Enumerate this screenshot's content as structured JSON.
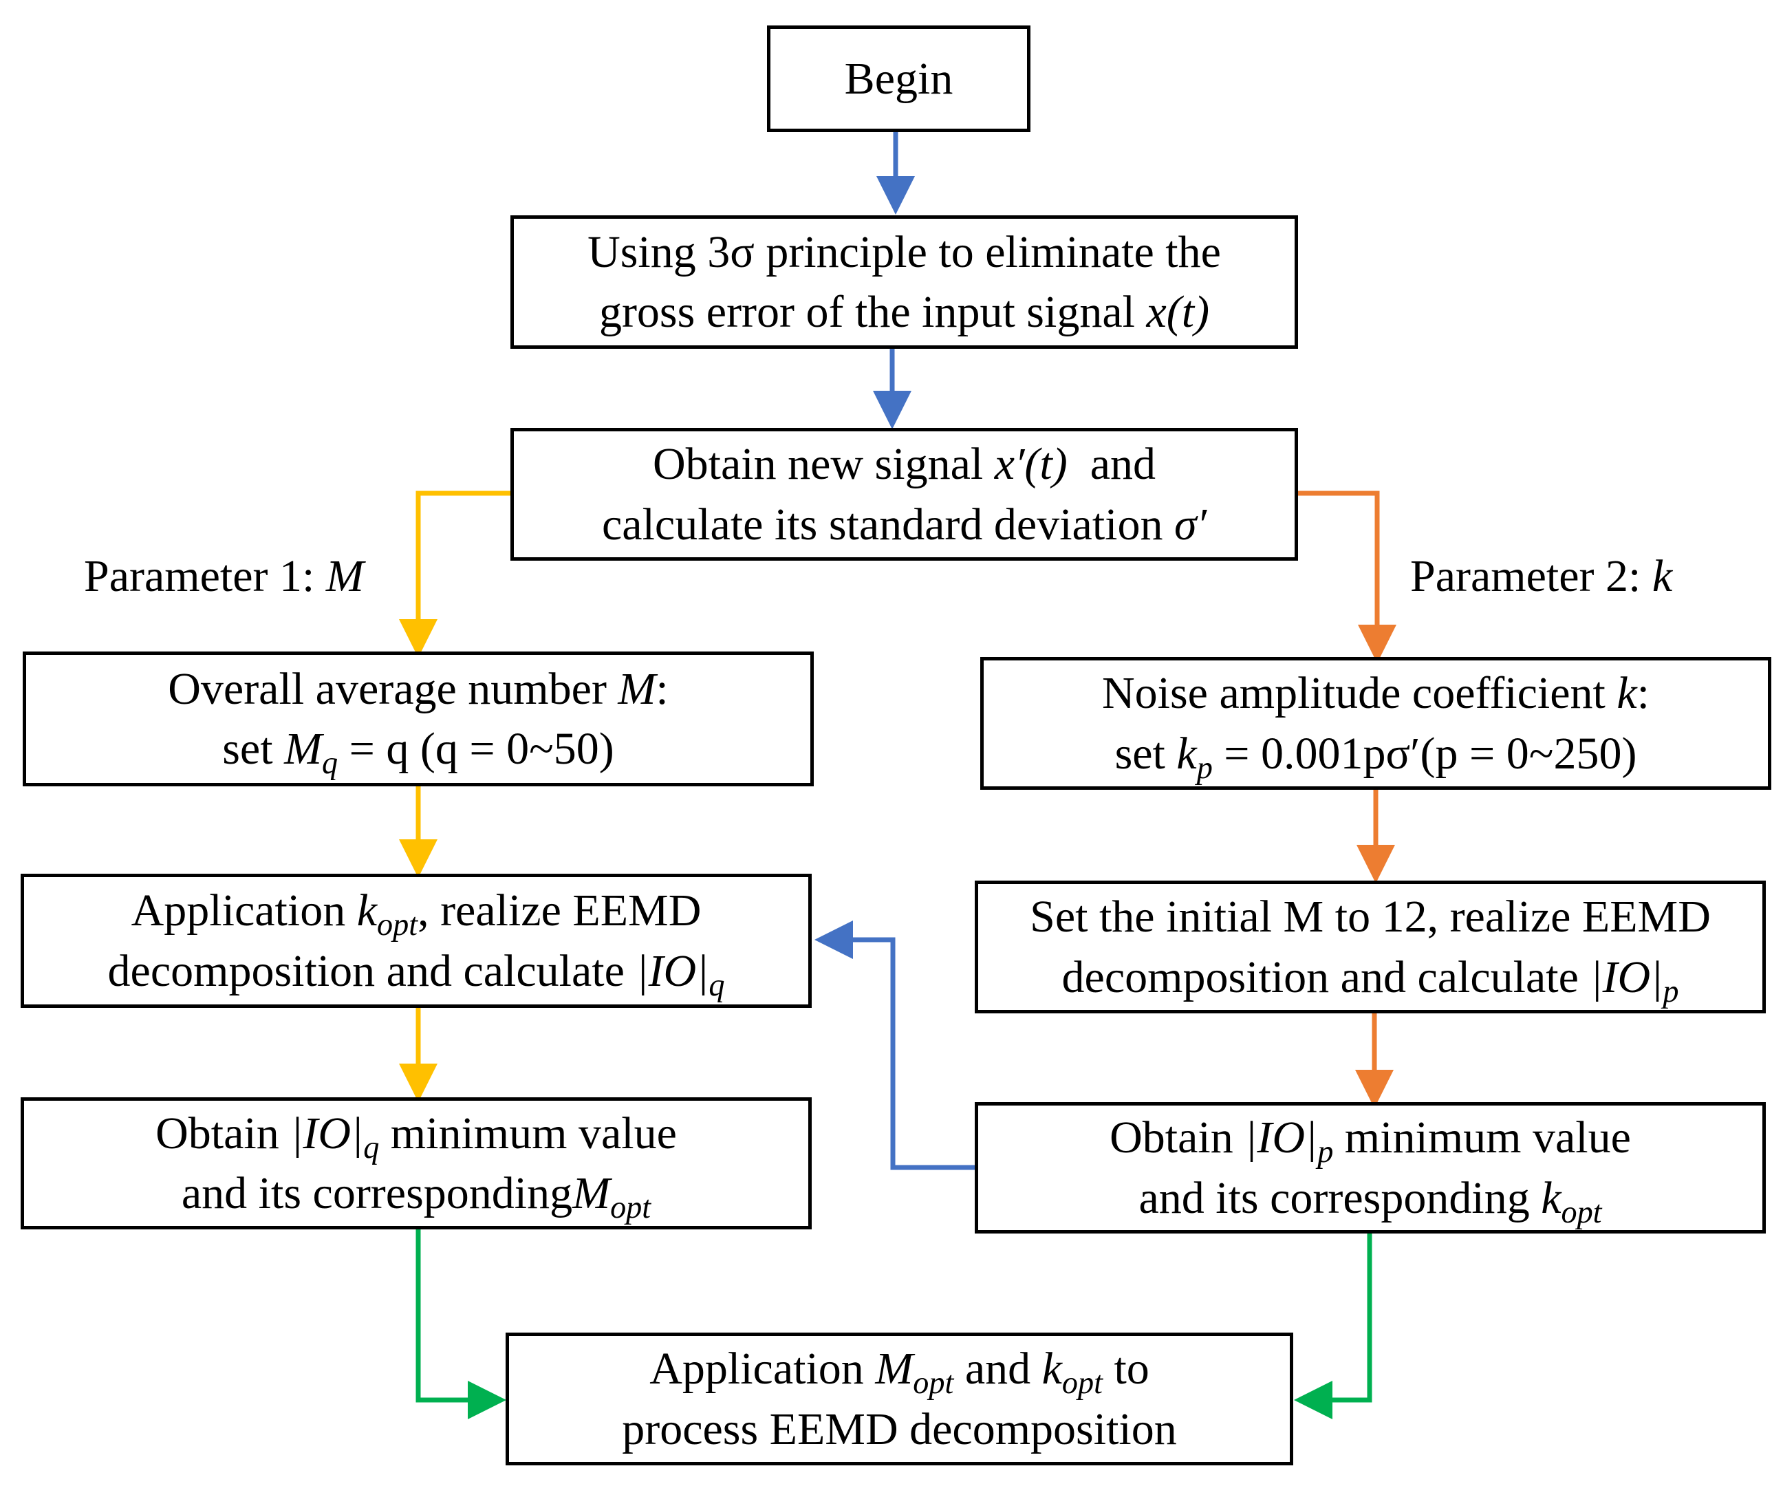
{
  "colors": {
    "blue": "#4472C4",
    "yellow": "#FFC000",
    "orange": "#ED7D31",
    "green": "#00B050"
  },
  "nodes": {
    "begin": {
      "text": "Begin"
    },
    "eliminate": {
      "line1": "Using 3σ principle to eliminate the",
      "line2_prefix": "gross error of the input signal ",
      "line2_math": "x(t)"
    },
    "obtain_signal": {
      "line1_prefix": "Obtain new signal ",
      "line1_math": "x′(t)",
      "line1_suffix": "  and",
      "line2_prefix": "calculate its standard deviation ",
      "line2_math": "σ′"
    },
    "avg_number": {
      "line1_prefix": "Overall average number ",
      "line1_math": "M",
      "line1_suffix": ":",
      "line2_prefix": "set ",
      "line2_var": "M",
      "line2_sub": "q",
      "line2_rest": " = q (q = 0~50)"
    },
    "noise_coeff": {
      "line1_prefix": "Noise amplitude coefficient ",
      "line1_math": "k",
      "line1_suffix": ":",
      "line2_prefix": "set ",
      "line2_var": "k",
      "line2_sub": "p",
      "line2_rest": " = 0.001pσ′(p = 0~250)"
    },
    "apply_kopt": {
      "line1_prefix": "Application ",
      "line1_var": "k",
      "line1_sub": "opt",
      "line1_suffix": ", realize EEMD",
      "line2_prefix": "decomposition and calculate ",
      "line2_var": "|IO|",
      "line2_sub": "q"
    },
    "set_initial_m": {
      "line1": "Set the initial M to 12, realize EEMD",
      "line2_prefix": "decomposition and calculate ",
      "line2_var": "|IO|",
      "line2_sub": "p"
    },
    "min_q": {
      "line1_prefix": "Obtain ",
      "line1_var": "|IO|",
      "line1_sub": "q",
      "line1_suffix": " minimum value",
      "line2_prefix": "and its corresponding",
      "line2_var": "M",
      "line2_sub": "opt"
    },
    "min_p": {
      "line1_prefix": "Obtain ",
      "line1_var": "|IO|",
      "line1_sub": "p",
      "line1_suffix": " minimum value",
      "line2_prefix": "and its corresponding ",
      "line2_var": "k",
      "line2_sub": "opt"
    },
    "final": {
      "line1_prefix": "Application ",
      "line1_var1": "M",
      "line1_sub1": "opt",
      "line1_mid": " and ",
      "line1_var2": "k",
      "line1_sub2": "opt",
      "line1_suffix": " to",
      "line2": "process EEMD decomposition"
    }
  },
  "labels": {
    "param1_prefix": "Parameter 1: ",
    "param1_math": "M",
    "param2_prefix": "Parameter 2: ",
    "param2_math": "k"
  }
}
